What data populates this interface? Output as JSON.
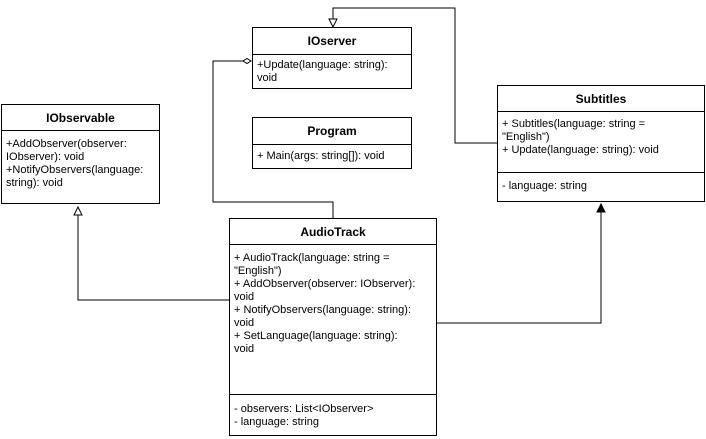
{
  "classes": {
    "ioserver": {
      "name": "IOserver",
      "methods": [
        "+Update(language: string):",
        "void"
      ],
      "attributes": []
    },
    "program": {
      "name": "Program",
      "methods": [
        "+ Main(args: string[]): void"
      ],
      "attributes": []
    },
    "iobservable": {
      "name": "IObservable",
      "methods": [
        "+AddObserver(observer:",
        "IObserver): void",
        "+NotifyObservers(language:",
        "string): void"
      ],
      "attributes": []
    },
    "subtitles": {
      "name": "Subtitles",
      "methods": [
        "+ Subtitles(language: string =",
        "\"English\")",
        "+ Update(language: string): void"
      ],
      "attributes": [
        "- language: string"
      ]
    },
    "audiotrack": {
      "name": "AudioTrack",
      "methods": [
        "+ AudioTrack(language: string =",
        "\"English\")",
        "+ AddObserver(observer: IObserver):",
        "void",
        "+ NotifyObservers(language: string):",
        "void",
        "+ SetLanguage(language: string):",
        "void"
      ],
      "attributes": [
        "- observers: List<IObserver>",
        "- language: string"
      ]
    }
  },
  "relationships": [
    {
      "from": "subtitles",
      "to": "ioserver",
      "type": "realization"
    },
    {
      "from": "audiotrack",
      "to": "iobservable",
      "type": "realization"
    },
    {
      "from": "audiotrack",
      "to": "subtitles",
      "type": "association"
    },
    {
      "from": "audiotrack",
      "to": "ioserver",
      "type": "aggregation"
    }
  ],
  "colors": {
    "line": "#000000",
    "background": "#ffffff"
  }
}
